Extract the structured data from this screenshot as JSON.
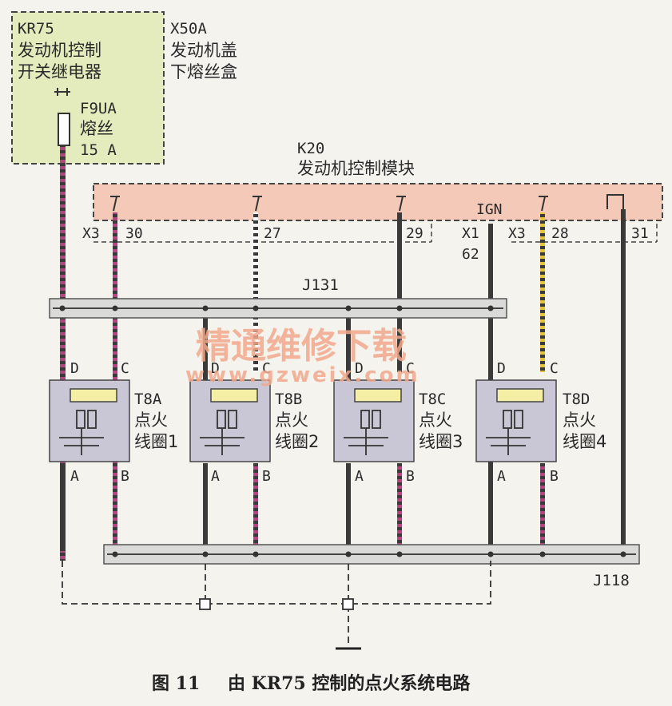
{
  "relay_box": {
    "id": "KR75",
    "name_line1": "发动机控制",
    "name_line2": "开关继电器",
    "fuse_id": "F9UA",
    "fuse_name": "熔丝",
    "fuse_rating": "15 A"
  },
  "fuse_box": {
    "id": "X50A",
    "name_line1": "发动机盖",
    "name_line2": "下熔丝盒"
  },
  "ecm": {
    "id": "K20",
    "name": "发动机控制模块",
    "ign_label": "IGN"
  },
  "connectors": {
    "x3_left": "X3",
    "x1": "X1",
    "x3_right": "X3"
  },
  "pins": {
    "p30": "30",
    "p27": "27",
    "p29": "29",
    "p62": "62",
    "p28": "28",
    "p31": "31"
  },
  "junctions": {
    "top": "J131",
    "bottom": "J118"
  },
  "coils": [
    {
      "id": "T8A",
      "line1": "点火",
      "line2": "线圈1"
    },
    {
      "id": "T8B",
      "line1": "点火",
      "line2": "线圈2"
    },
    {
      "id": "T8C",
      "line1": "点火",
      "line2": "线圈3"
    },
    {
      "id": "T8D",
      "line1": "点火",
      "line2": "线圈4"
    }
  ],
  "coil_pins": {
    "d": "D",
    "c": "C",
    "a": "A",
    "b": "B"
  },
  "watermark": {
    "cn": "精通维修下载",
    "url": "www.gzweix.com"
  },
  "caption": {
    "figure": "图 11",
    "title": "由 KR75 控制的点火系统电路"
  },
  "colors": {
    "relay_fill": "#e4ecbd",
    "ecm_fill": "#f4c9b8",
    "coil_fill": "#c9c7d6",
    "bus_fill": "#dadad8",
    "wire_dark": "#3a3a3a",
    "wire_magenta": "#b0477e",
    "wire_yellow": "#e8c23a"
  }
}
